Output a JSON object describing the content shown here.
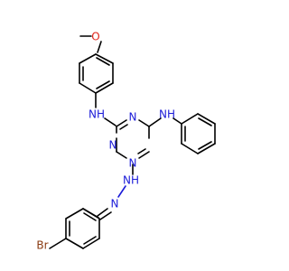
{
  "atoms": {
    "methoxy_o": "O",
    "nh_top": "NH",
    "nh_right": "NH",
    "triazine_n1": "N",
    "triazine_n2": "N",
    "triazine_n3": "N",
    "hydrazine_nh": "NH",
    "hydrazine_n": "N",
    "bromine": "Br"
  },
  "colors": {
    "nitrogen": "#1b1bd8",
    "oxygen": "#e0241b",
    "bromine": "#8a3b12",
    "bond": "#000000"
  }
}
